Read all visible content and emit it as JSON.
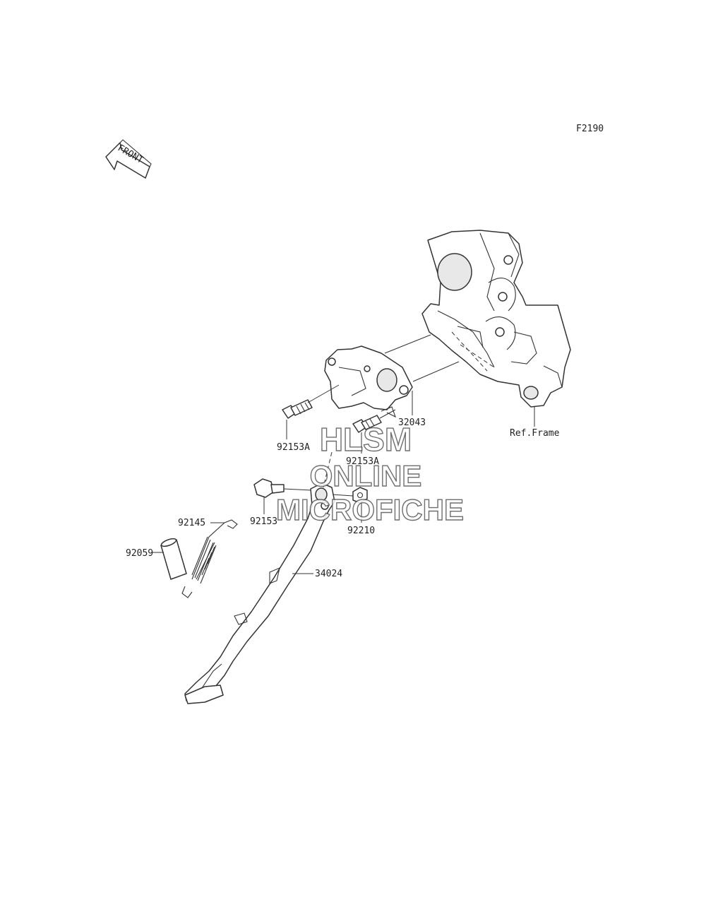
{
  "figure_code": "F2190",
  "front_arrow_text": "FRONT",
  "watermark": {
    "line1": "HLSM",
    "line2": "ONLINE",
    "line3": "MICROFICHE"
  },
  "parts": {
    "bracket": "32043",
    "bolt_upper_left": "92153A",
    "bolt_upper_right": "92153A",
    "pivot_bolt": "92153",
    "nut": "92210",
    "spring": "92145",
    "sleeve": "92059",
    "side_stand": "34024",
    "frame_ref": "Ref.Frame"
  }
}
